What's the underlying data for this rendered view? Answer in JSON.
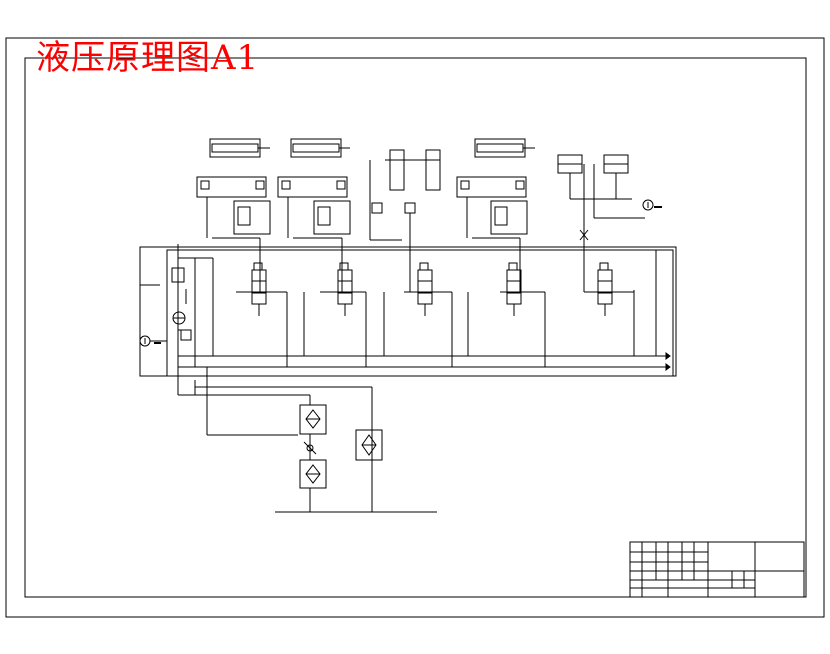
{
  "sheet": {
    "title": "液压原理图A1",
    "title_color": "#ff0000",
    "line_color": "#000000"
  },
  "diagram": {
    "actuators": [
      {
        "kind": "cylinder",
        "label": ""
      },
      {
        "kind": "cylinder",
        "label": ""
      },
      {
        "kind": "twin-vertical-cylinder",
        "label": ""
      },
      {
        "kind": "cylinder",
        "label": ""
      },
      {
        "kind": "twin-clamp-cylinder",
        "label": ""
      }
    ],
    "directional_valves": 5,
    "filters": 3,
    "pressure_gauges": 2
  },
  "title_block": {
    "present": true
  }
}
